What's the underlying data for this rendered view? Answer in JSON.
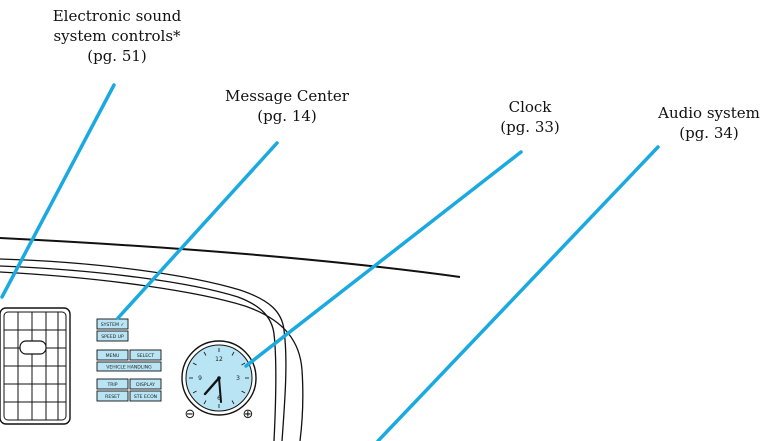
{
  "callouts": {
    "sound_controls": {
      "line1": "Electronic sound",
      "line2": "system controls*",
      "line3": "(pg. 51)"
    },
    "message_center": {
      "line1": "Message Center",
      "line2": "(pg. 14)"
    },
    "clock": {
      "line1": "Clock",
      "line2": "(pg. 33)"
    },
    "audio": {
      "line1": "Audio system",
      "line2": "(pg. 34)"
    }
  },
  "panel_buttons": {
    "system_check": "SYSTEM ✓",
    "speed_up": "SPEED UP",
    "menu": "MENU",
    "select": "SELECT",
    "vehicle_handling": "VEHICLE HANDLING",
    "trip": "TRIP",
    "display": "DISPLAY",
    "reset": "RESET",
    "ste_econ": "STE ECON"
  },
  "clock_face": {
    "twelve": "12",
    "three": "3",
    "nine": "9",
    "six": "6",
    "minus": "⊖",
    "plus": "⊕"
  },
  "colors": {
    "leader_line": "#1aa9e1",
    "button_fill": "#b9e4f4",
    "clock_face": "#b9e4f4",
    "line_art": "#111111"
  }
}
